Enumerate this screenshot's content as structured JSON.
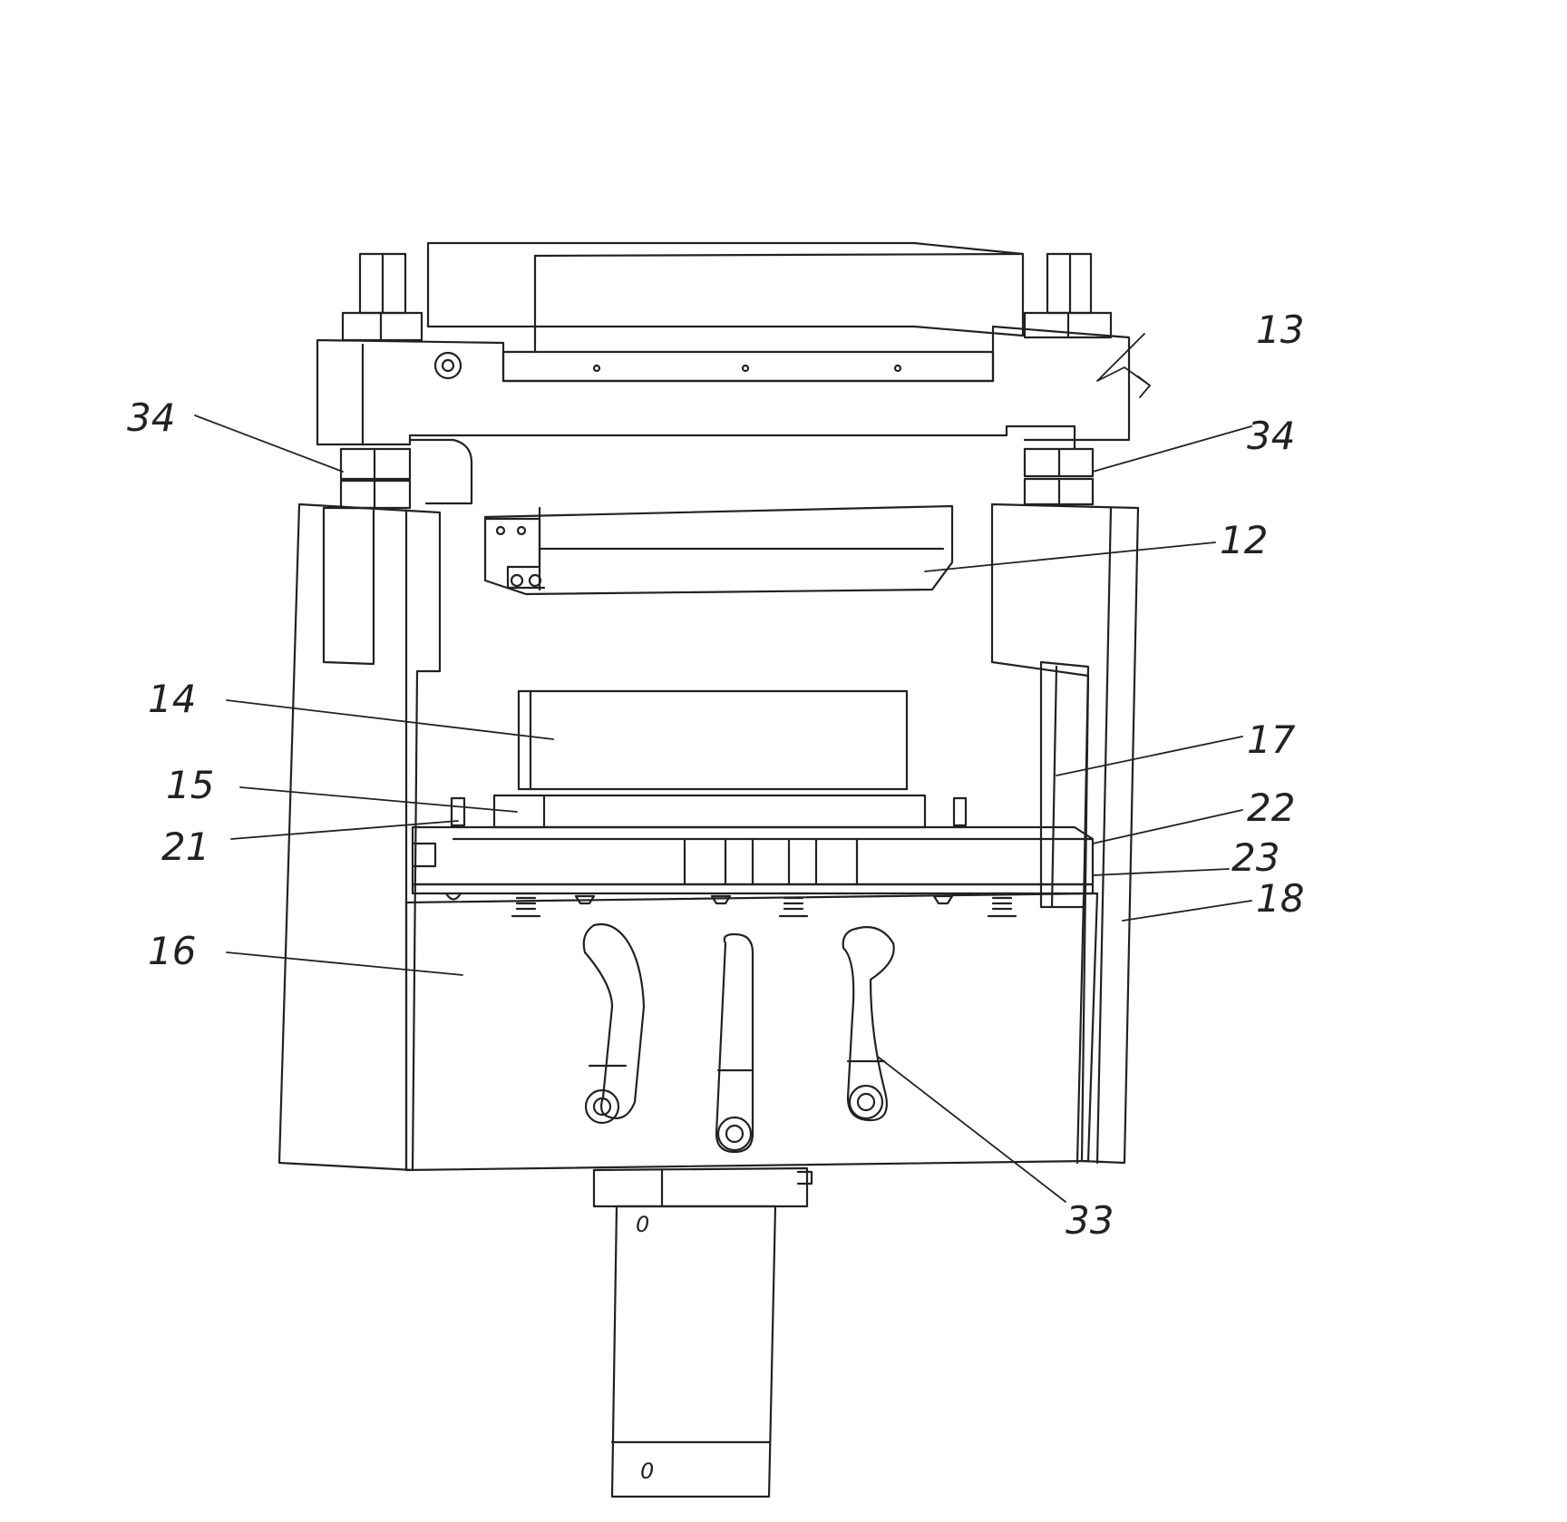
{
  "figure": {
    "labels": {
      "l13": "13",
      "l34a": "34",
      "l34b": "34",
      "l12": "12",
      "l14": "14",
      "l17": "17",
      "l15": "15",
      "l22": "22",
      "l21": "21",
      "l23": "23",
      "l18": "18",
      "l16": "16",
      "l33": "33"
    },
    "cylinder_marks": {
      "upper": "0",
      "lower": "0"
    }
  }
}
